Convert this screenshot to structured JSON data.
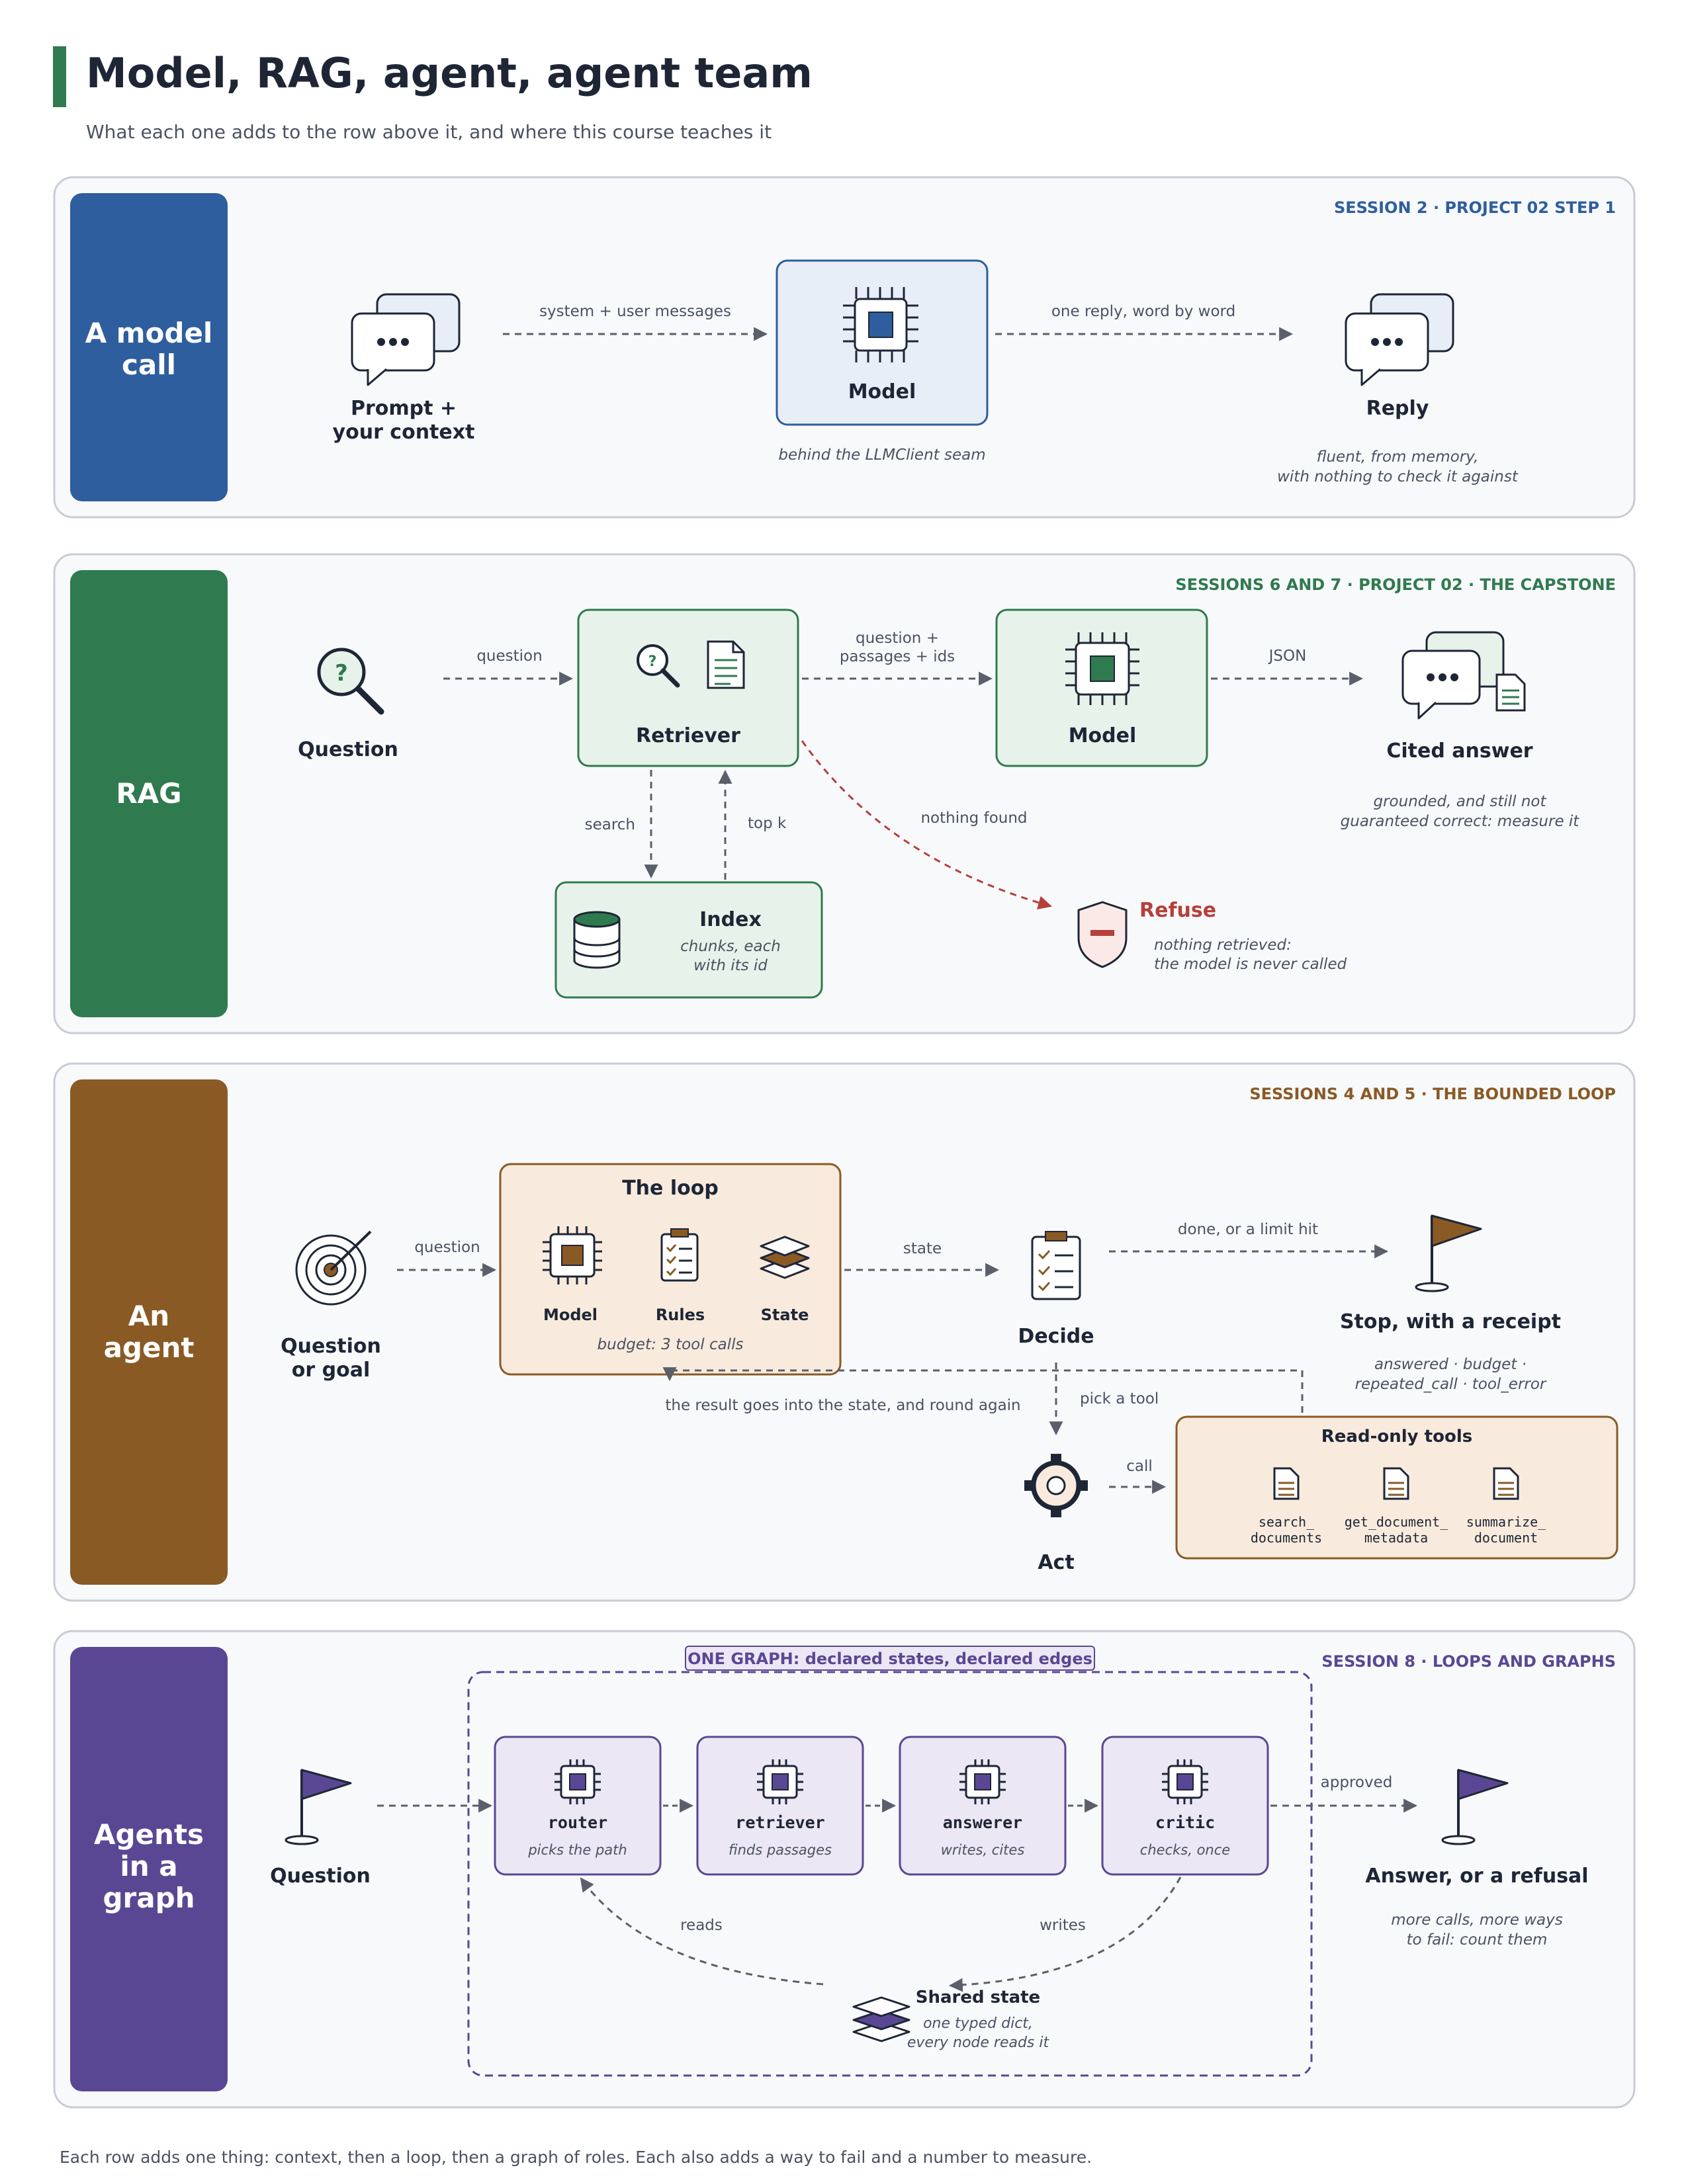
{
  "header": {
    "title": "Model, RAG, agent, agent team",
    "subtitle": "What each one adds to the row above it, and where this course teaches it"
  },
  "colors": {
    "blue": "#2e5e9e",
    "green": "#2f7a4f",
    "brown": "#8a5a25",
    "purple": "#5a4794",
    "refuse_red": "#b5403a",
    "ink": "#1e2636"
  },
  "row1": {
    "band": "A model call",
    "tag": "SESSION 2 · PROJECT 02 STEP 1",
    "prompt_label": [
      "Prompt +",
      "your context"
    ],
    "edge_1": "system + user messages",
    "model_label": "Model",
    "model_note": "behind the LLMClient seam",
    "edge_2": "one reply, word by word",
    "reply_label": "Reply",
    "reply_note": [
      "fluent, from memory,",
      "with nothing to check it against"
    ]
  },
  "row2": {
    "band": "RAG",
    "tag": "SESSIONS 6 AND 7 · PROJECT 02 · THE CAPSTONE",
    "question_label": "Question",
    "edge_question": "question",
    "retriever_label": "Retriever",
    "edge_passages": [
      "question +",
      "passages + ids"
    ],
    "model_label": "Model",
    "edge_json": "JSON",
    "answer_label": "Cited answer",
    "answer_note": [
      "grounded, and still not",
      "guaranteed correct: measure it"
    ],
    "edge_search": "search",
    "edge_topk": "top k",
    "index_label": "Index",
    "index_note": [
      "chunks, each",
      "with its id"
    ],
    "edge_nothing": "nothing found",
    "refuse_label": "Refuse",
    "refuse_note": [
      "nothing retrieved:",
      "the model is never called"
    ]
  },
  "row3": {
    "band": [
      "An",
      "agent"
    ],
    "tag": "SESSIONS 4 AND 5 · THE BOUNDED LOOP",
    "goal_label": [
      "Question",
      "or goal"
    ],
    "edge_question": "question",
    "loop_title": "The loop",
    "loop_items": [
      "Model",
      "Rules",
      "State"
    ],
    "loop_budget": "budget: 3 tool calls",
    "edge_state": "state",
    "decide_label": "Decide",
    "edge_done": "done, or a limit hit",
    "stop_label": "Stop, with a receipt",
    "stop_note": [
      "answered · budget ·",
      "repeated_call · tool_error"
    ],
    "edge_result": "the result goes into the state, and round again",
    "edge_pick": "pick a tool",
    "act_label": "Act",
    "edge_call": "call",
    "tools_title": "Read-only tools",
    "tools": [
      [
        "search_",
        "documents"
      ],
      [
        "get_document_",
        "metadata"
      ],
      [
        "summarize_",
        "document"
      ]
    ]
  },
  "row4": {
    "band": [
      "Agents",
      "in a",
      "graph"
    ],
    "tag": "SESSION 8 · LOOPS AND GRAPHS",
    "graph_label": "ONE GRAPH: declared states, declared edges",
    "question_label": "Question",
    "nodes": [
      {
        "name": "router",
        "note": "picks the path"
      },
      {
        "name": "retriever",
        "note": "finds passages"
      },
      {
        "name": "answerer",
        "note": "writes, cites"
      },
      {
        "name": "critic",
        "note": "checks, once"
      }
    ],
    "edge_approved": "approved",
    "answer_label": "Answer, or a refusal",
    "answer_note": [
      "more calls, more ways",
      "to fail: count them"
    ],
    "edge_reads": "reads",
    "edge_writes": "writes",
    "state_label": "Shared state",
    "state_note": [
      "one typed dict,",
      "every node reads it"
    ]
  },
  "footer": "Each row adds one thing: context, then a loop, then a graph of roles. Each also adds a way to fail and a number to measure."
}
